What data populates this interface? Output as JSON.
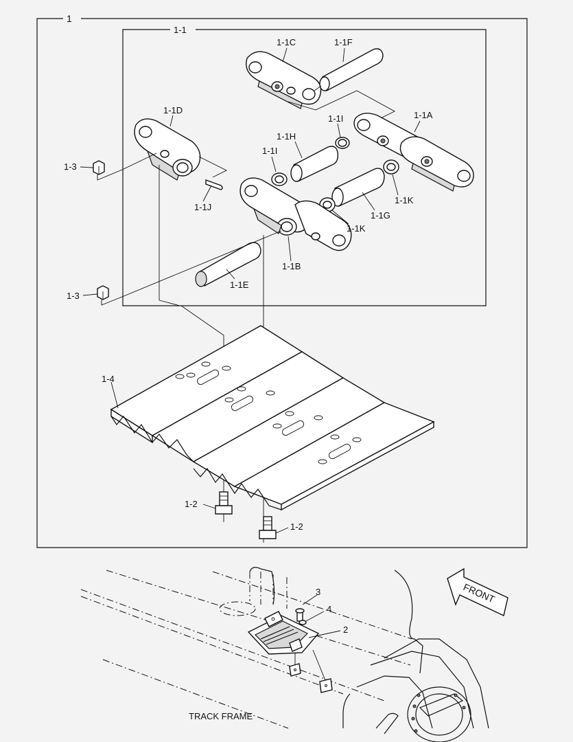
{
  "diagram": {
    "outer_group_label": "1",
    "inner_group_label": "1-1",
    "callouts": {
      "c1_1C": "1-1C",
      "c1_1F": "1-1F",
      "c1_1D": "1-1D",
      "c1_1I_a": "1-1I",
      "c1_1A": "1-1A",
      "c1_1H": "1-1H",
      "c1_1I_b": "1-1I",
      "c1_3_a": "1-3",
      "c1_1K_a": "1-1K",
      "c1_1J": "1-1J",
      "c1_1G": "1-1G",
      "c1_1K_b": "1-1K",
      "c1_1B": "1-1B",
      "c1_1E": "1-1E",
      "c1_3_b": "1-3",
      "c1_4": "1-4",
      "c1_2_a": "1-2",
      "c1_2_b": "1-2",
      "c3": "3",
      "c4": "4",
      "c2": "2"
    },
    "front_arrow_label": "FRONT",
    "frame_label": "TRACK FRAME"
  }
}
